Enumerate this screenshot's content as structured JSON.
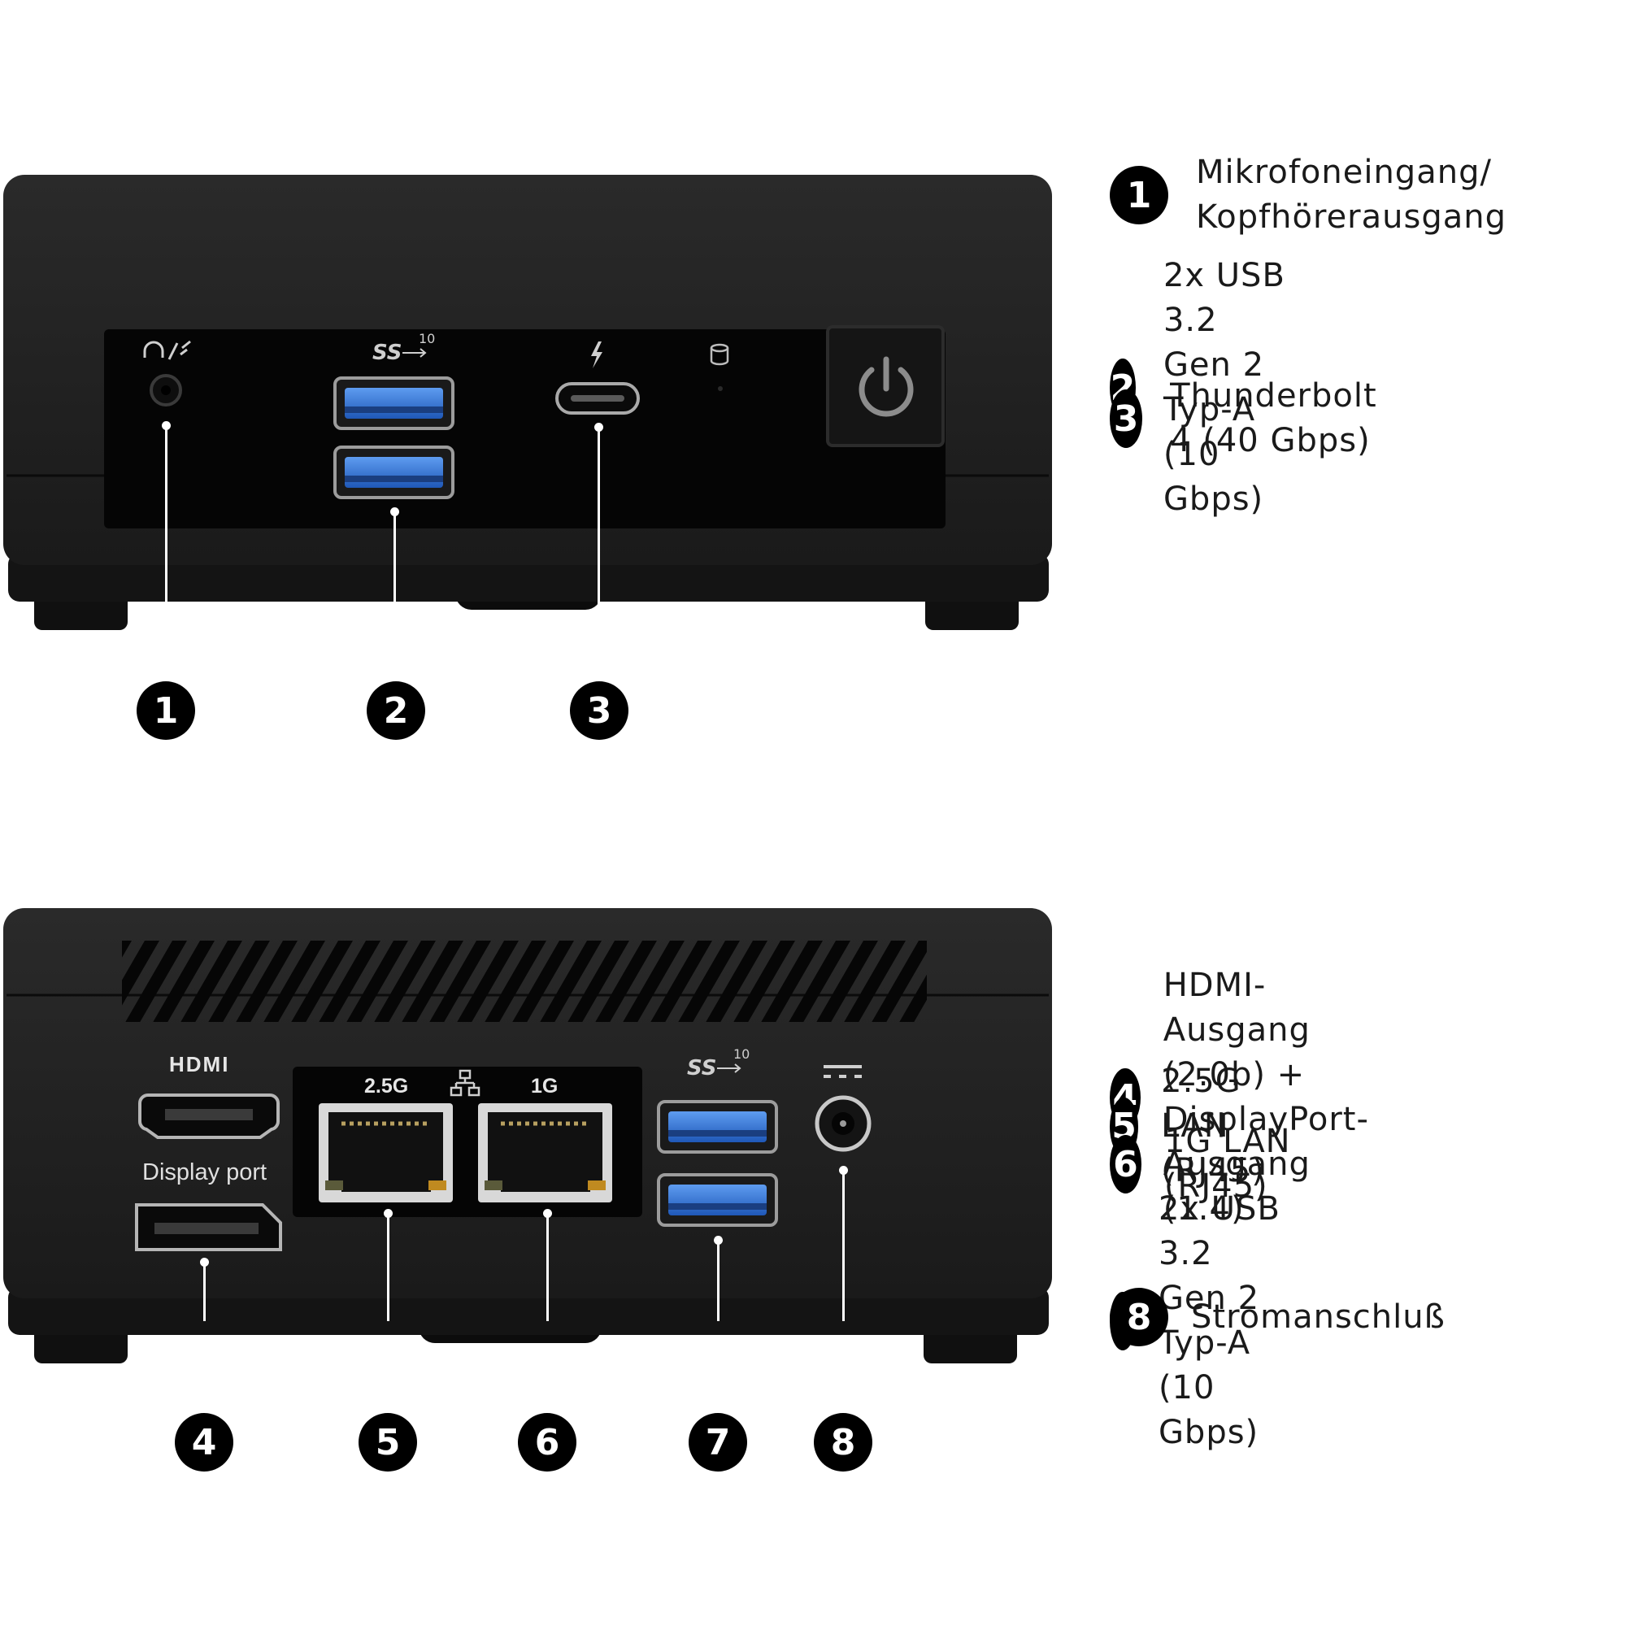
{
  "front": {
    "callouts": [
      {
        "number": "1",
        "text": "Mikrofoneingang/\nKopfhörerausgang"
      },
      {
        "number": "2",
        "text": "2x USB 3.2 Gen 2\nTyp-A (10 Gbps)"
      },
      {
        "number": "3",
        "text": "Thunderbolt 4 (40 Gbps)"
      }
    ],
    "icons": [
      "headphone-mic-icon",
      "usb-ss10-icon",
      "thunderbolt-icon",
      "storage-led-icon",
      "power-icon"
    ]
  },
  "back": {
    "callouts": [
      {
        "number": "4",
        "text": "HDMI-Ausgang (2.0b) +\nDisplayPort-Ausgang (1.4)"
      },
      {
        "number": "5",
        "text": "2.5G LAN (RJ45)"
      },
      {
        "number": "6",
        "text": "1G LAN (RJ45)"
      },
      {
        "number": "7",
        "text": "2x USB 3.2 Gen 2\nTyp-A (10 Gbps)"
      },
      {
        "number": "8",
        "text": "Stromanschluß"
      }
    ],
    "port_labels": {
      "hdmi": "HDMI",
      "displayport": "Display port",
      "lan_25g": "2.5G",
      "lan_1g": "1G"
    },
    "icons": [
      "network-icon",
      "usb-ss10-icon",
      "dc-power-icon"
    ]
  },
  "colors": {
    "chassis": "#1c1c1c",
    "panel": "#050505",
    "usb_blue": "#2f6fd6",
    "badge": "#000000"
  }
}
